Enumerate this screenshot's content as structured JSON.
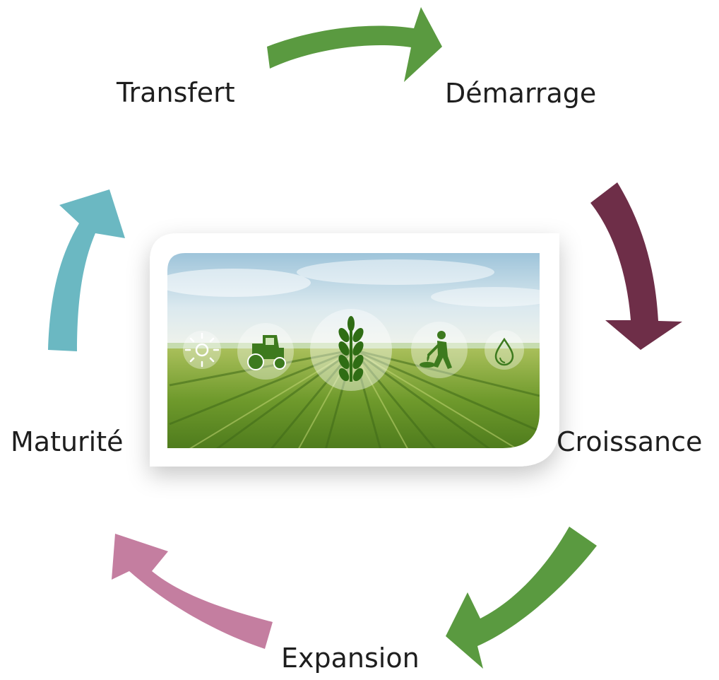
{
  "cycle": {
    "stages": [
      {
        "id": "transfert",
        "label": "Transfert"
      },
      {
        "id": "demarrage",
        "label": "Démarrage"
      },
      {
        "id": "croissance",
        "label": "Croissance"
      },
      {
        "id": "expansion",
        "label": "Expansion"
      },
      {
        "id": "maturite",
        "label": "Maturité"
      }
    ],
    "arrows": [
      {
        "from": "transfert",
        "to": "demarrage",
        "color": "#5a9a40"
      },
      {
        "from": "demarrage",
        "to": "croissance",
        "color": "#6e2e48"
      },
      {
        "from": "croissance",
        "to": "expansion",
        "color": "#5a9a40"
      },
      {
        "from": "expansion",
        "to": "maturite",
        "color": "#c47ea0"
      },
      {
        "from": "maturite",
        "to": "transfert",
        "color": "#6bb8c2"
      }
    ]
  },
  "center_image": {
    "subject": "crop field with farming icons",
    "icons": [
      "sun-icon",
      "tractor-icon",
      "wheat-icon",
      "farmer-planting-icon",
      "water-drop-icon"
    ]
  }
}
